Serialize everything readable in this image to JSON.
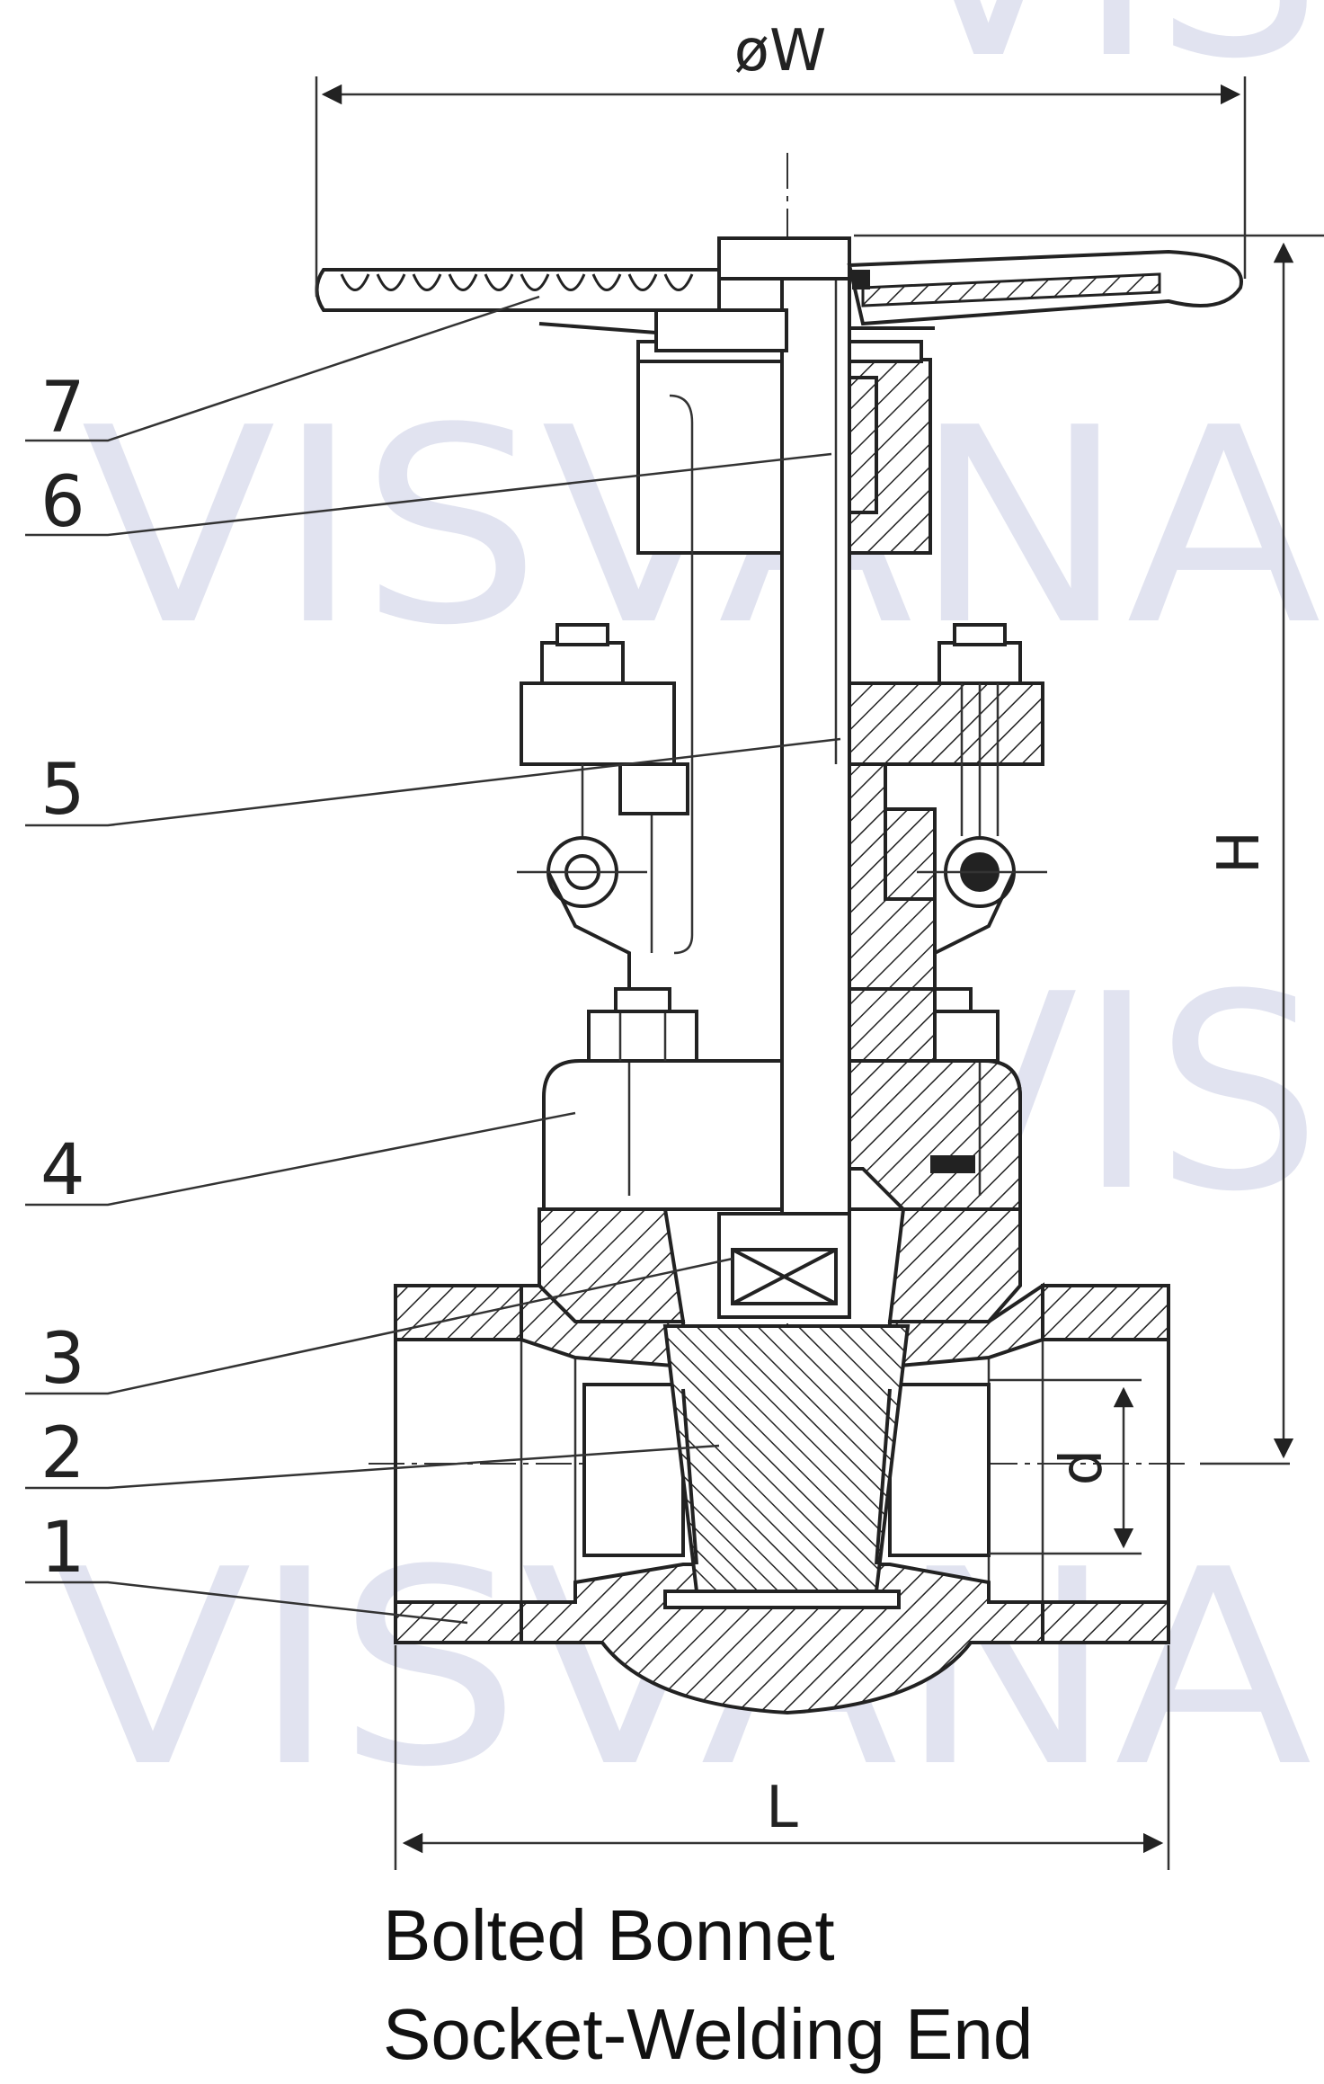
{
  "watermark": "VISVANA",
  "dimensions": {
    "handwheel_diameter": "øW",
    "height": "H",
    "bore": "d",
    "length": "L"
  },
  "part_labels": [
    "7",
    "6",
    "5",
    "4",
    "3",
    "2",
    "1"
  ],
  "caption": {
    "line1": "Bolted Bonnet",
    "line2": "Socket-Welding End"
  }
}
